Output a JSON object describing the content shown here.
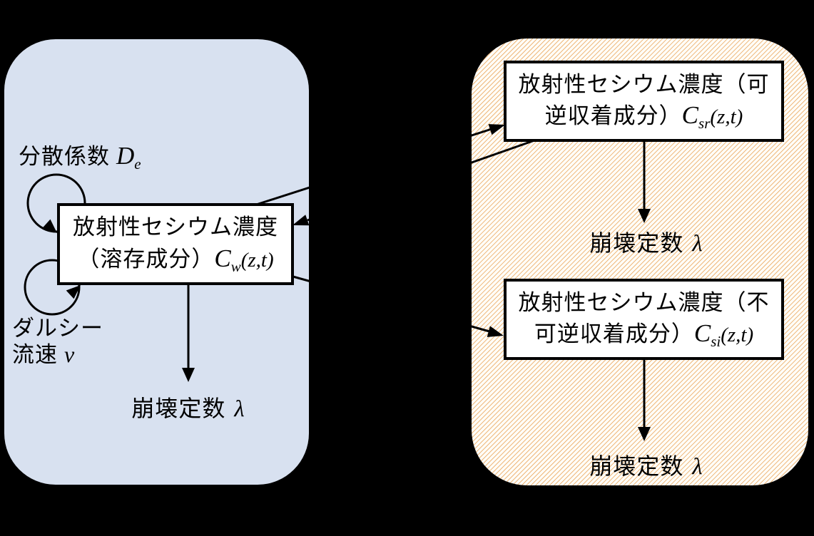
{
  "colors": {
    "background": "#000000",
    "left_panel_fill": "#D8E1F0",
    "hatch_line": "#E8A050",
    "hatch_bg": "#FFFDF8",
    "box_fill": "#FFFFFF",
    "line_color": "#000000"
  },
  "left_panel": {
    "dispersion": {
      "jp": "分散係数",
      "sym": "D",
      "sub": "e"
    },
    "cw_box": {
      "line1": "放射性セシウム濃度",
      "line2_jp": "（溶存成分）",
      "sym": "C",
      "sub": "w",
      "args": "(z,t)"
    },
    "darcy": {
      "line1": "ダルシー",
      "line2_jp": "流速",
      "sym": "v"
    },
    "decay": {
      "jp": "崩壊定数",
      "sym": "λ"
    }
  },
  "right_panel": {
    "csr_box": {
      "line1": "放射性セシウム濃度（可",
      "line2_jp": "逆収着成分）",
      "sym": "C",
      "sub": "sr",
      "args": "(z,t)"
    },
    "decay_top": {
      "jp": "崩壊定数",
      "sym": "λ"
    },
    "csi_box": {
      "line1": "放射性セシウム濃度（不",
      "line2_jp": "可逆収着成分）",
      "sym": "C",
      "sub": "si",
      "args": "(z,t)"
    },
    "decay_bottom": {
      "jp": "崩壊定数",
      "sym": "λ"
    }
  }
}
